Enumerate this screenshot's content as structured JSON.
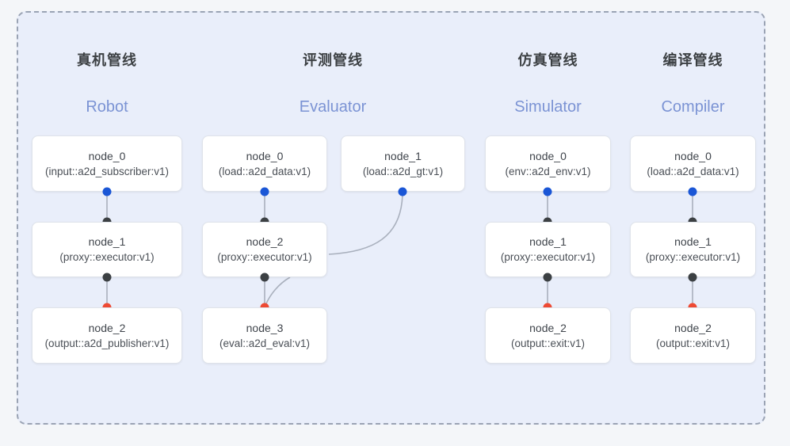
{
  "diagram": {
    "panel_bg": "#e9eefa",
    "panel_border": "#9aa3b4",
    "page_bg": "#f4f6f9",
    "accent_blue": "#1a56d6",
    "accent_red": "#ee4a34",
    "accent_dark": "#3c4043",
    "subheader_color": "#7b93d4",
    "edge_color": "#a9b0bd"
  },
  "columns": [
    {
      "id": "robot",
      "title_cn": "真机管线",
      "title_en": "Robot",
      "nodes": [
        {
          "name": "node_0",
          "type": "(input::a2d_subscriber:v1)"
        },
        {
          "name": "node_1",
          "type": "(proxy::executor:v1)"
        },
        {
          "name": "node_2",
          "type": "(output::a2d_publisher:v1)"
        }
      ]
    },
    {
      "id": "evaluator",
      "title_cn": "评测管线",
      "title_en": "Evaluator",
      "nodes": [
        {
          "name": "node_0",
          "type": "(load::a2d_data:v1)"
        },
        {
          "name": "node_1",
          "type": "(load::a2d_gt:v1)"
        },
        {
          "name": "node_2",
          "type": "(proxy::executor:v1)"
        },
        {
          "name": "node_3",
          "type": "(eval::a2d_eval:v1)"
        }
      ]
    },
    {
      "id": "simulator",
      "title_cn": "仿真管线",
      "title_en": "Simulator",
      "nodes": [
        {
          "name": "node_0",
          "type": "(env::a2d_env:v1)"
        },
        {
          "name": "node_1",
          "type": "(proxy::executor:v1)"
        },
        {
          "name": "node_2",
          "type": "(output::exit:v1)"
        }
      ]
    },
    {
      "id": "compiler",
      "title_cn": "编译管线",
      "title_en": "Compiler",
      "nodes": [
        {
          "name": "node_0",
          "type": "(load::a2d_data:v1)"
        },
        {
          "name": "node_1",
          "type": "(proxy::executor:v1)"
        },
        {
          "name": "node_2",
          "type": "(output::exit:v1)"
        }
      ]
    }
  ]
}
